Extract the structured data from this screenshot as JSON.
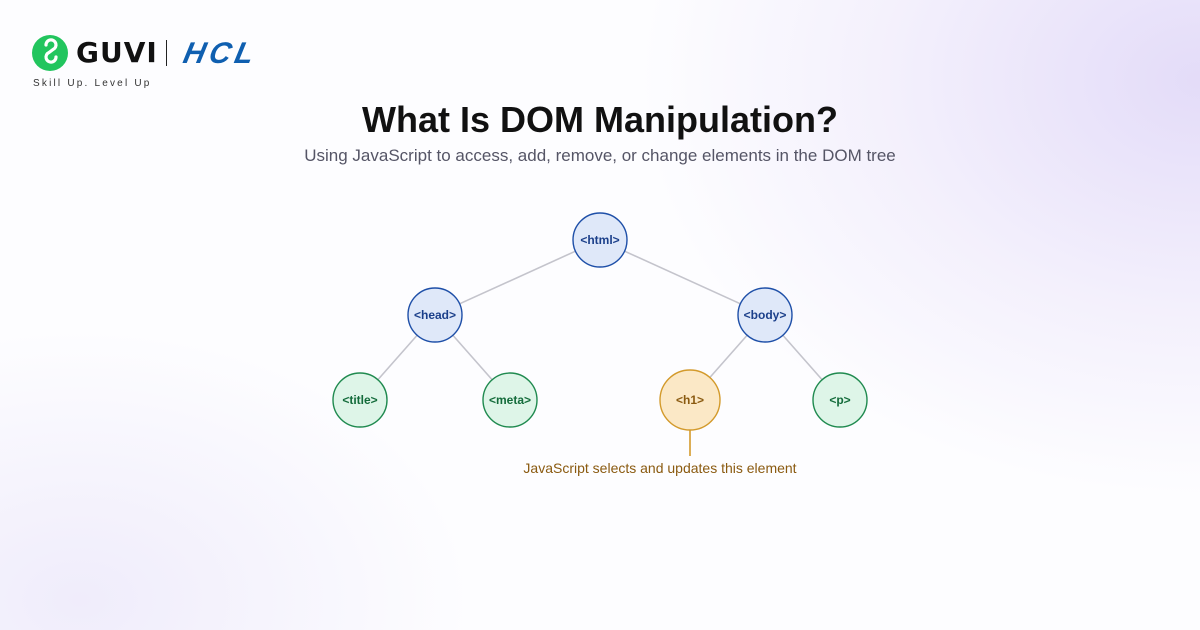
{
  "brand": {
    "name": "GUVI",
    "partner": "HCL",
    "tagline": "Skill Up. Level Up",
    "guvi_color": "#22c55e",
    "hcl_color": "#0f5fb0"
  },
  "header": {
    "title": "What Is DOM Manipulation?",
    "subtitle": "Using JavaScript to access, add, remove, or change elements in the DOM tree"
  },
  "tree": {
    "nodes": [
      {
        "id": "html",
        "label": "<html>",
        "parent": null,
        "type": "root"
      },
      {
        "id": "head",
        "label": "<head>",
        "parent": "html",
        "type": "branch"
      },
      {
        "id": "body",
        "label": "<body>",
        "parent": "html",
        "type": "branch"
      },
      {
        "id": "title",
        "label": "<title>",
        "parent": "head",
        "type": "leaf"
      },
      {
        "id": "meta",
        "label": "<meta>",
        "parent": "head",
        "type": "leaf"
      },
      {
        "id": "h1",
        "label": "<h1>",
        "parent": "body",
        "type": "highlight"
      },
      {
        "id": "p",
        "label": "<p>",
        "parent": "body",
        "type": "leaf"
      }
    ],
    "callout": {
      "target": "h1",
      "text": "JavaScript selects and updates this element"
    },
    "colors": {
      "branch_fill": "#dfe8f9",
      "branch_stroke": "#1e4fa8",
      "branch_text": "#1b3f8a",
      "leaf_fill": "#def5e8",
      "leaf_stroke": "#1f8a4f",
      "leaf_text": "#136b3a",
      "highlight_fill": "#fbe8c6",
      "highlight_stroke": "#d39a2b",
      "highlight_text": "#8a5a10",
      "edge": "#c4c4cc"
    }
  }
}
